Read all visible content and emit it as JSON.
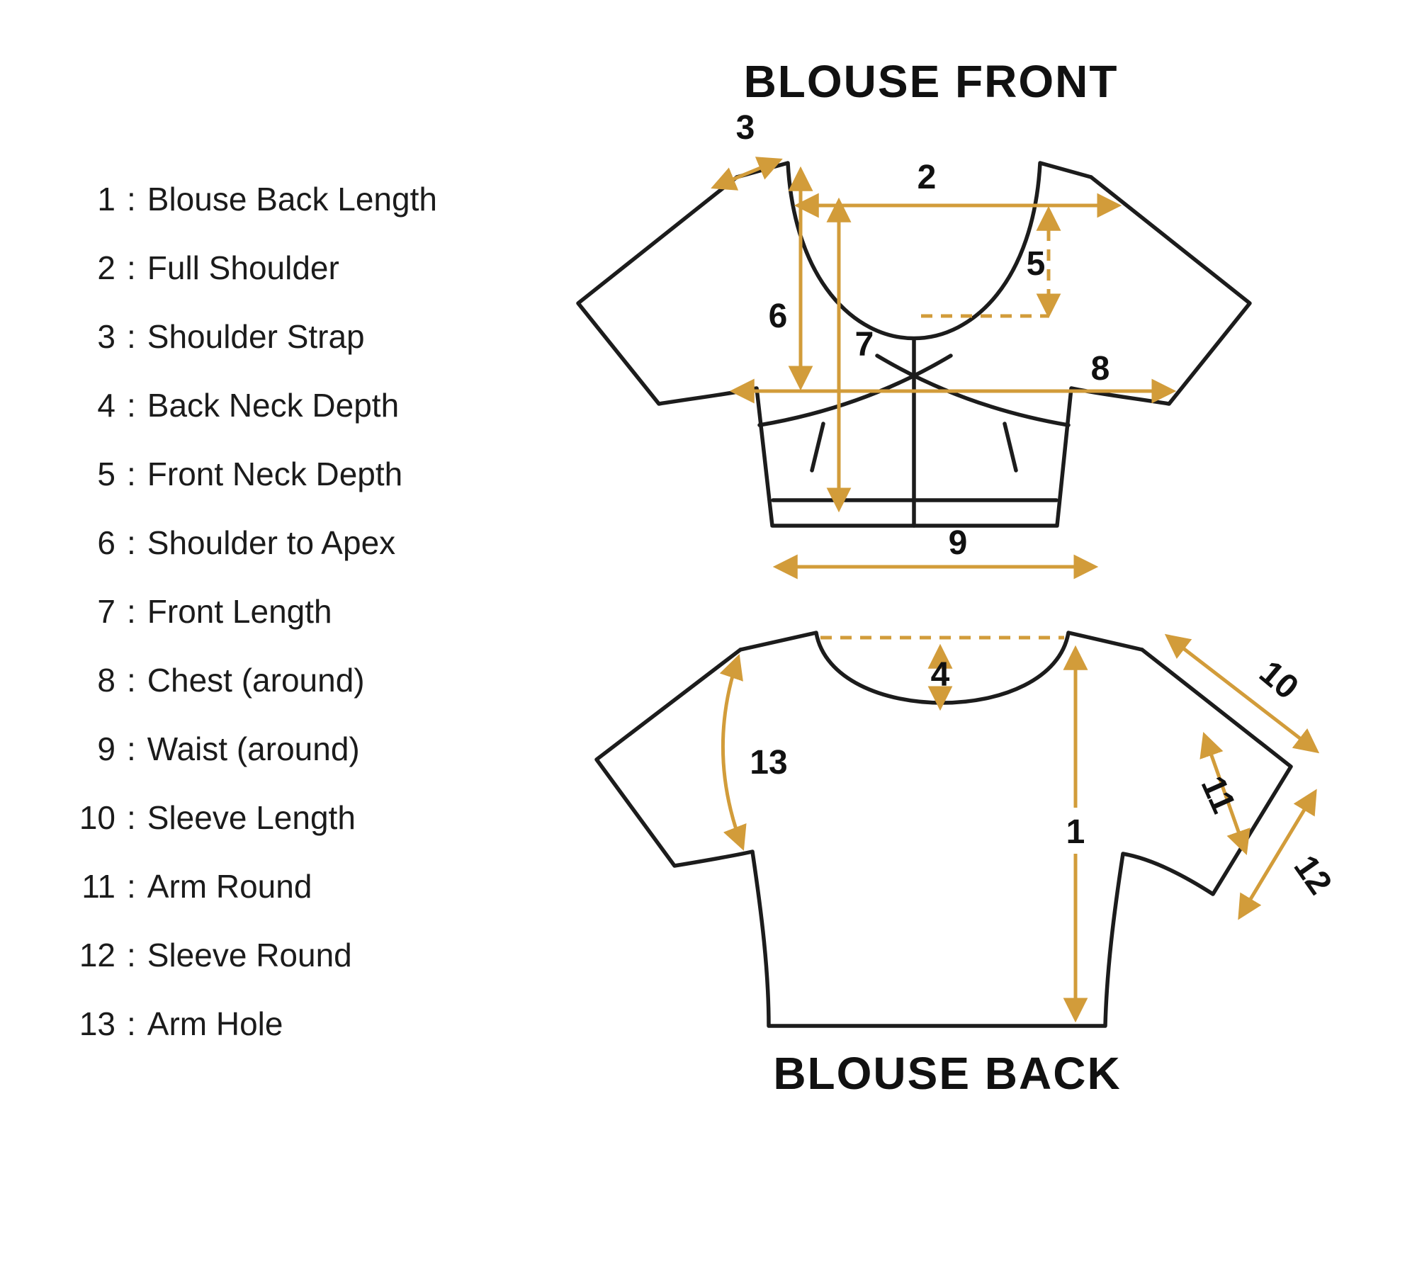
{
  "titles": {
    "front": "BLOUSE FRONT",
    "back": "BLOUSE BACK"
  },
  "legend": {
    "separator": ":",
    "items": [
      {
        "num": "1",
        "label": "Blouse Back Length"
      },
      {
        "num": "2",
        "label": "Full Shoulder"
      },
      {
        "num": "3",
        "label": "Shoulder Strap"
      },
      {
        "num": "4",
        "label": "Back Neck Depth"
      },
      {
        "num": "5",
        "label": "Front Neck Depth"
      },
      {
        "num": "6",
        "label": "Shoulder to Apex"
      },
      {
        "num": "7",
        "label": "Front Length"
      },
      {
        "num": "8",
        "label": "Chest (around)"
      },
      {
        "num": "9",
        "label": "Waist (around)"
      },
      {
        "num": "10",
        "label": "Sleeve Length"
      },
      {
        "num": "11",
        "label": "Arm Round"
      },
      {
        "num": "12",
        "label": "Sleeve Round"
      },
      {
        "num": "13",
        "label": "Arm Hole"
      }
    ]
  },
  "diagram": {
    "front_markers": {
      "m2": "2",
      "m3": "3",
      "m5": "5",
      "m6": "6",
      "m7": "7",
      "m8": "8",
      "m9": "9"
    },
    "back_markers": {
      "m1": "1",
      "m4": "4",
      "m10": "10",
      "m11": "11",
      "m12": "12",
      "m13": "13"
    }
  },
  "colors": {
    "outline": "#1c1c1c",
    "arrow": "#d29c3a",
    "text": "#111111",
    "background": "#ffffff"
  }
}
